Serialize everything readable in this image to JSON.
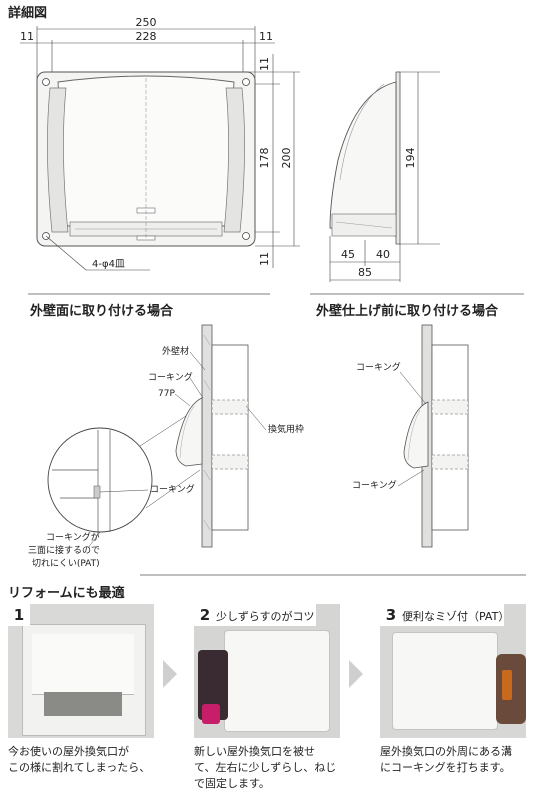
{
  "headings": {
    "detail": "詳細図",
    "exterior_wall": "外壁面に取り付ける場合",
    "before_finish": "外壁仕上げ前に取り付ける場合",
    "reform": "リフォームにも最適"
  },
  "dims": {
    "top_total": "250",
    "top_inner": "228",
    "left_margin": "11",
    "right_margin": "11",
    "right_top": "11",
    "height_inner": "178",
    "height_total": "200",
    "bottom_margin": "11",
    "holes": "4-φ4皿",
    "side_height": "194",
    "side_w1": "45",
    "side_w2": "40",
    "side_total": "85"
  },
  "labels": {
    "wall_material": "外壁材",
    "caulking_top": "コーキング",
    "model": "77P",
    "vent_frame": "換気用枠",
    "caulking_detail": "コーキング",
    "note_line1": "コーキングが",
    "note_line2": "三面に接するので",
    "note_line3": "切れにくい(PAT)",
    "caulking_right_top": "コーキング",
    "caulking_right_bottom": "コーキング"
  },
  "steps": [
    {
      "num": "1",
      "title": "",
      "caption_l1": "今お使いの屋外換気口が",
      "caption_l2": "この様に割れてしまったら、",
      "caption_l3": ""
    },
    {
      "num": "2",
      "title": "少しずらすのがコツ",
      "caption_l1": "新しい屋外換気口を被せ",
      "caption_l2": "て、左右に少しずらし、ねじ",
      "caption_l3": "で固定します。"
    },
    {
      "num": "3",
      "title": "便利なミゾ付（PAT）",
      "caption_l1": "屋外換気口の外周にある溝",
      "caption_l2": "にコーキングを打ちます。",
      "caption_l3": ""
    }
  ]
}
